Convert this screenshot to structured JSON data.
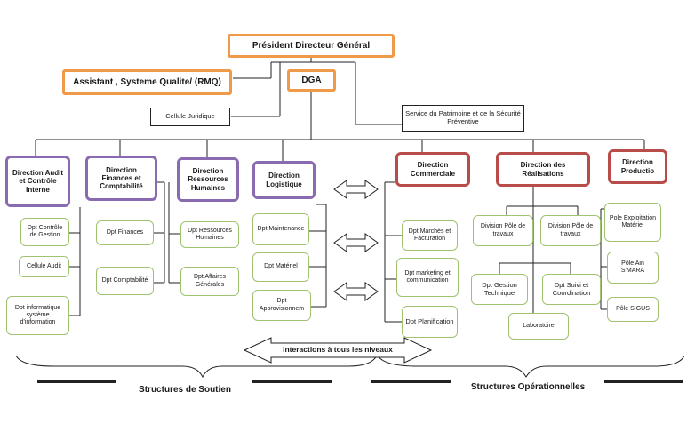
{
  "top": {
    "pdg": "Président Directeur Général",
    "assistant": "Assistant , Systeme Qualite/ (RMQ)",
    "dga": "DGA",
    "cellule_juridique": "Cellule Juridique",
    "service_patrimoine": "Service du Patrimoine et de la Sécurité Préventive"
  },
  "support": {
    "audit": {
      "title": "Direction Audit et Contrôle Interne",
      "children": [
        "Dpt Contrôle de Gestion",
        "Cellule Audit",
        "Dpt informatique système d'information"
      ]
    },
    "finances": {
      "title": "Direction Finances et Comptabilité",
      "children": [
        "Dpt Finances",
        "Dpt Comptabilité"
      ]
    },
    "rh": {
      "title": "Direction Ressources Humaines",
      "children": [
        "Dpt Ressources Humaines",
        "Dpt Affaires Générales"
      ]
    },
    "logistique": {
      "title": "Direction Logistique",
      "children": [
        "Dpt Maintenance",
        "Dpt Matériel",
        "Dpt Approvisionnem"
      ]
    }
  },
  "operational": {
    "commerciale": {
      "title": "Direction Commerciale",
      "children": [
        "Dpt Marchés et Facturation",
        "Dpt marketing et communication",
        "Dpt Planification"
      ]
    },
    "realisations": {
      "title": "Direction des Réalisations",
      "children": [
        "Division Pôle de travaux",
        "Division Pôle de travaux",
        "Dpt Gestion Technique",
        "Dpt Suivi et Coordination",
        "Laboratoire"
      ]
    },
    "production": {
      "title": "Direction Productio",
      "children": [
        "Pole Exploitation Matériel",
        "Pôle Ain S'MARA",
        "Pôle SIGUS"
      ]
    }
  },
  "interactions_label": "Interactions à tous les niveaux",
  "groups": {
    "support_label": "Structures de Soutien",
    "operational_label": "Structures Opérationnelles"
  },
  "colors": {
    "orange": "#ef9a48",
    "purple": "#8a6bb1",
    "red": "#b94b48",
    "green": "#9fc371"
  }
}
